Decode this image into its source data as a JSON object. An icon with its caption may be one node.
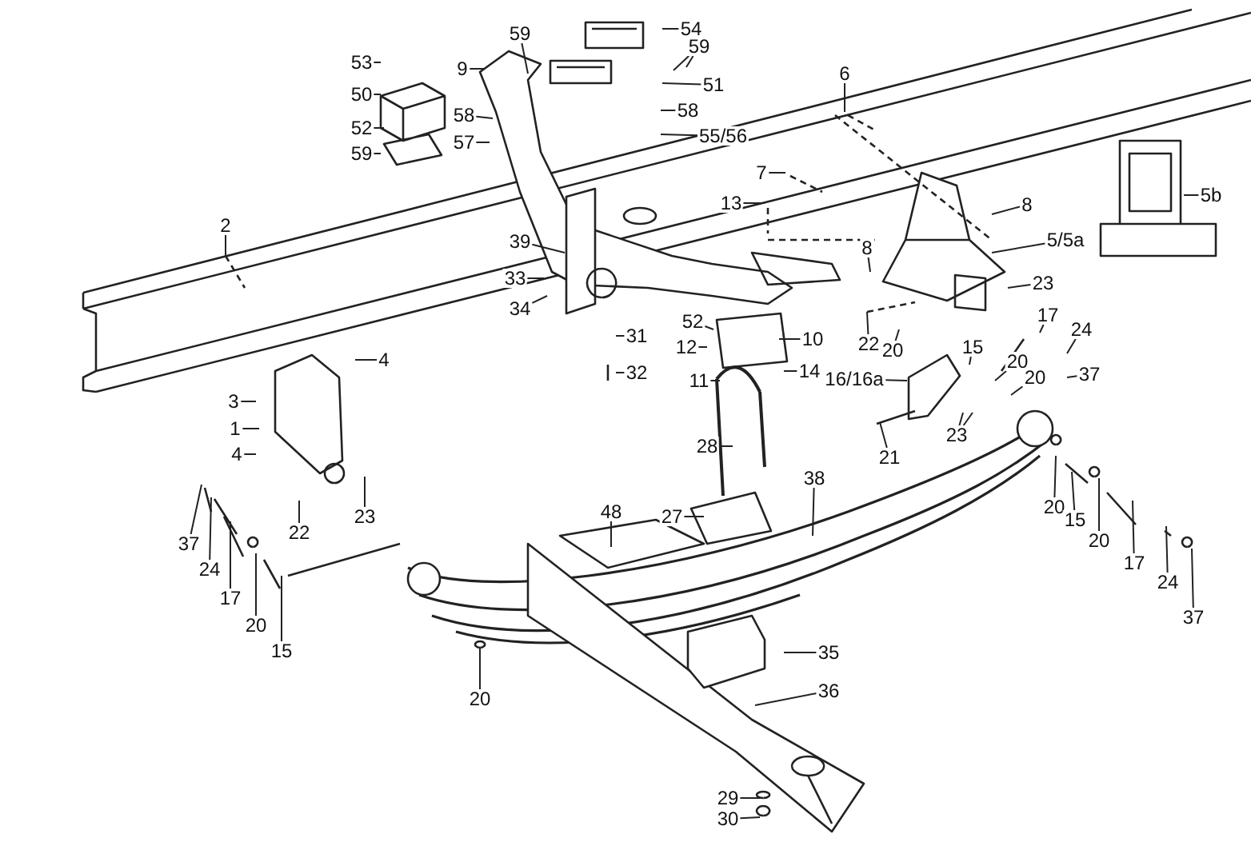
{
  "diagram": {
    "nodes": [
      {
        "text": [
          "53"
        ]
      },
      {
        "text": [
          "50"
        ]
      },
      {
        "text": [
          "52"
        ]
      },
      {
        "text": [
          "59"
        ]
      },
      {
        "text": [
          "9"
        ]
      },
      {
        "text": [
          "59"
        ]
      },
      {
        "text": [
          "58"
        ]
      },
      {
        "text": [
          "57"
        ]
      },
      {
        "text": [
          "54"
        ]
      },
      {
        "text": [
          "59"
        ]
      },
      {
        "text": [
          "51"
        ]
      },
      {
        "text": [
          "58"
        ]
      },
      {
        "text": [
          "55/56"
        ]
      },
      {
        "text": [
          "6"
        ]
      },
      {
        "text": [
          "7"
        ]
      },
      {
        "text": [
          "13"
        ]
      },
      {
        "text": [
          "8"
        ]
      },
      {
        "text": [
          "8"
        ]
      },
      {
        "text": [
          "5/5a"
        ]
      },
      {
        "text": [
          "5b"
        ]
      },
      {
        "text": [
          "2"
        ]
      },
      {
        "text": [
          "39"
        ]
      },
      {
        "text": [
          "33"
        ]
      },
      {
        "text": [
          "34"
        ]
      },
      {
        "text": [
          "23"
        ]
      },
      {
        "text": [
          "22"
        ]
      },
      {
        "text": [
          "20"
        ]
      },
      {
        "text": [
          "17"
        ]
      },
      {
        "text": [
          "24"
        ]
      },
      {
        "text": [
          "52"
        ]
      },
      {
        "text": [
          "12"
        ]
      },
      {
        "text": [
          "10"
        ]
      },
      {
        "text": [
          "31"
        ]
      },
      {
        "text": [
          "32"
        ]
      },
      {
        "text": [
          "11"
        ]
      },
      {
        "text": [
          "14"
        ]
      },
      {
        "text": [
          "16/16a"
        ]
      },
      {
        "text": [
          "15"
        ]
      },
      {
        "text": [
          "20"
        ]
      },
      {
        "text": [
          "20"
        ]
      },
      {
        "text": [
          "37"
        ]
      },
      {
        "text": [
          "4"
        ]
      },
      {
        "text": [
          "3"
        ]
      },
      {
        "text": [
          "1"
        ]
      },
      {
        "text": [
          "4"
        ]
      },
      {
        "text": [
          "22"
        ]
      },
      {
        "text": [
          "23"
        ]
      },
      {
        "text": [
          "37"
        ]
      },
      {
        "text": [
          "24"
        ]
      },
      {
        "text": [
          "17"
        ]
      },
      {
        "text": [
          "20"
        ]
      },
      {
        "text": [
          "15"
        ]
      },
      {
        "text": [
          "48"
        ]
      },
      {
        "text": [
          "28"
        ]
      },
      {
        "text": [
          "27"
        ]
      },
      {
        "text": [
          "38"
        ]
      },
      {
        "text": [
          "21"
        ]
      },
      {
        "text": [
          "23"
        ]
      },
      {
        "text": [
          "20"
        ]
      },
      {
        "text": [
          "15"
        ]
      },
      {
        "text": [
          "20"
        ]
      },
      {
        "text": [
          "17"
        ]
      },
      {
        "text": [
          "24"
        ]
      },
      {
        "text": [
          "37"
        ]
      },
      {
        "text": [
          "20"
        ]
      },
      {
        "text": [
          "35"
        ]
      },
      {
        "text": [
          "36"
        ]
      },
      {
        "text": [
          "29"
        ]
      },
      {
        "text": [
          "30"
        ]
      }
    ],
    "edges": [
      {
        "from": 0,
        "to": null,
        "arrow": "none"
      },
      {
        "from": 1,
        "to": null,
        "arrow": "none"
      },
      {
        "from": 2,
        "to": null,
        "arrow": "none"
      },
      {
        "from": 3,
        "to": null,
        "arrow": "none"
      },
      {
        "from": 4,
        "to": null,
        "arrow": "none"
      },
      {
        "from": 5,
        "to": null,
        "arrow": "none"
      },
      {
        "from": 6,
        "to": null,
        "arrow": "none"
      },
      {
        "from": 7,
        "to": null,
        "arrow": "none"
      },
      {
        "from": 8,
        "to": null,
        "arrow": "none"
      },
      {
        "from": 9,
        "to": null,
        "arrow": "none"
      },
      {
        "from": 9,
        "to": null,
        "arrow": "none"
      },
      {
        "from": 10,
        "to": null,
        "arrow": "none"
      },
      {
        "from": 11,
        "to": null,
        "arrow": "none"
      },
      {
        "from": 12,
        "to": null,
        "arrow": "none"
      },
      {
        "from": 13,
        "to": null,
        "arrow": "none"
      },
      {
        "from": 14,
        "to": null,
        "arrow": "none"
      },
      {
        "from": 15,
        "to": null,
        "arrow": "none"
      },
      {
        "from": 16,
        "to": null,
        "arrow": "none"
      },
      {
        "from": 17,
        "to": null,
        "arrow": "none"
      },
      {
        "from": 18,
        "to": null,
        "arrow": "none"
      },
      {
        "from": 19,
        "to": null,
        "arrow": "none"
      },
      {
        "from": 20,
        "to": null,
        "arrow": "none"
      },
      {
        "from": 21,
        "to": null,
        "arrow": "none"
      },
      {
        "from": 22,
        "to": null,
        "arrow": "none"
      },
      {
        "from": 23,
        "to": null,
        "arrow": "none"
      },
      {
        "from": 24,
        "to": null,
        "arrow": "none"
      },
      {
        "from": 25,
        "to": null,
        "arrow": "none"
      },
      {
        "from": 26,
        "to": null,
        "arrow": "none"
      },
      {
        "from": 27,
        "to": null,
        "arrow": "none"
      },
      {
        "from": 28,
        "to": null,
        "arrow": "none"
      },
      {
        "from": 29,
        "to": null,
        "arrow": "none"
      },
      {
        "from": 30,
        "to": null,
        "arrow": "none"
      },
      {
        "from": 31,
        "to": null,
        "arrow": "none"
      },
      {
        "from": 32,
        "to": null,
        "arrow": "none"
      },
      {
        "from": 33,
        "to": null,
        "arrow": "none"
      },
      {
        "from": 34,
        "to": null,
        "arrow": "none"
      },
      {
        "from": 35,
        "to": null,
        "arrow": "none"
      },
      {
        "from": 36,
        "to": null,
        "arrow": "none"
      },
      {
        "from": 37,
        "to": null,
        "arrow": "none"
      },
      {
        "from": 38,
        "to": null,
        "arrow": "none"
      },
      {
        "from": 39,
        "to": null,
        "arrow": "none"
      },
      {
        "from": 40,
        "to": null,
        "arrow": "none"
      },
      {
        "from": 41,
        "to": null,
        "arrow": "none"
      },
      {
        "from": 42,
        "to": null,
        "arrow": "none"
      },
      {
        "from": 43,
        "to": null,
        "arrow": "none"
      },
      {
        "from": 44,
        "to": null,
        "arrow": "none"
      },
      {
        "from": 45,
        "to": null,
        "arrow": "none"
      },
      {
        "from": 46,
        "to": null,
        "arrow": "none"
      },
      {
        "from": 47,
        "to": null,
        "arrow": "none"
      },
      {
        "from": 48,
        "to": null,
        "arrow": "none"
      },
      {
        "from": 49,
        "to": null,
        "arrow": "none"
      },
      {
        "from": 50,
        "to": null,
        "arrow": "none"
      },
      {
        "from": 51,
        "to": null,
        "arrow": "none"
      },
      {
        "from": 52,
        "to": null,
        "arrow": "none"
      },
      {
        "from": 53,
        "to": null,
        "arrow": "none"
      },
      {
        "from": 54,
        "to": null,
        "arrow": "none"
      },
      {
        "from": 55,
        "to": null,
        "arrow": "none"
      },
      {
        "from": 56,
        "to": null,
        "arrow": "none"
      },
      {
        "from": 57,
        "to": null,
        "arrow": "none"
      },
      {
        "from": 57,
        "to": null,
        "arrow": "none"
      },
      {
        "from": 58,
        "to": null,
        "arrow": "none"
      },
      {
        "from": 59,
        "to": null,
        "arrow": "none"
      },
      {
        "from": 60,
        "to": null,
        "arrow": "none"
      },
      {
        "from": 61,
        "to": null,
        "arrow": "none"
      },
      {
        "from": 62,
        "to": null,
        "arrow": "none"
      },
      {
        "from": 63,
        "to": null,
        "arrow": "none"
      },
      {
        "from": 64,
        "to": null,
        "arrow": "none"
      },
      {
        "from": 65,
        "to": null,
        "arrow": "none"
      },
      {
        "from": 66,
        "to": null,
        "arrow": "none"
      },
      {
        "from": 67,
        "to": null,
        "arrow": "none"
      },
      {
        "from": 68,
        "to": null,
        "arrow": "none"
      }
    ]
  }
}
